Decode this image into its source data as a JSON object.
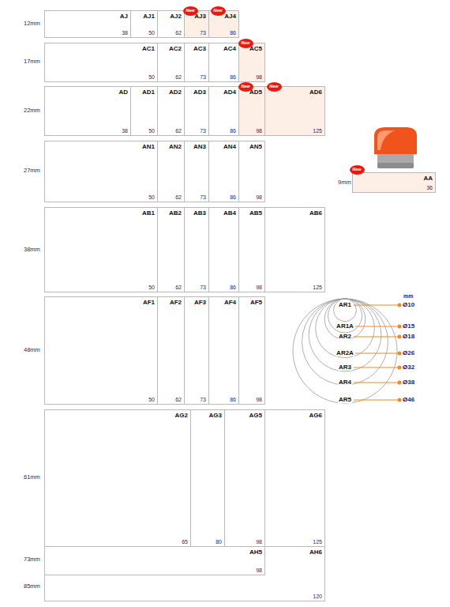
{
  "diagram": {
    "nodes": [
      {
        "text": [
          "AJ",
          "38"
        ]
      },
      {
        "text": [
          "AJ1",
          "50"
        ]
      },
      {
        "text": [
          "AJ2",
          "62"
        ]
      },
      {
        "text": [
          "New"
        ]
      },
      {
        "text": [
          "AJ3",
          "73"
        ]
      },
      {
        "text": [
          "New"
        ]
      },
      {
        "text": [
          "AJ4",
          "86"
        ]
      },
      {
        "text": [
          "AC1",
          "50"
        ]
      },
      {
        "text": [
          "AC2",
          "62"
        ]
      },
      {
        "text": [
          "AC3",
          "73"
        ]
      },
      {
        "text": [
          "AC4",
          "86"
        ]
      },
      {
        "text": [
          "New"
        ]
      },
      {
        "text": [
          "AC5",
          "98"
        ]
      },
      {
        "text": [
          "AD",
          "38"
        ]
      },
      {
        "text": [
          "AD1",
          "50"
        ]
      },
      {
        "text": [
          "AD2",
          "62"
        ]
      },
      {
        "text": [
          "AD3",
          "73"
        ]
      },
      {
        "text": [
          "AD4",
          "86"
        ]
      },
      {
        "text": [
          "New"
        ]
      },
      {
        "text": [
          "AD5",
          "98"
        ]
      },
      {
        "text": [
          "New"
        ]
      },
      {
        "text": [
          "AD6",
          "125"
        ]
      },
      {
        "text": [
          "AN1",
          "50"
        ]
      },
      {
        "text": [
          "AN2",
          "62"
        ]
      },
      {
        "text": [
          "AN3",
          "73"
        ]
      },
      {
        "text": [
          "AN4",
          "86"
        ]
      },
      {
        "text": [
          "AN5",
          "98"
        ]
      },
      {
        "text": [
          "AB1",
          "50"
        ]
      },
      {
        "text": [
          "AB2",
          "62"
        ]
      },
      {
        "text": [
          "AB3",
          "73"
        ]
      },
      {
        "text": [
          "AB4",
          "86"
        ]
      },
      {
        "text": [
          "AB5",
          "98"
        ]
      },
      {
        "text": [
          "AB6",
          "125"
        ]
      },
      {
        "text": [
          "AF1",
          "50"
        ]
      },
      {
        "text": [
          "AF2",
          "62"
        ]
      },
      {
        "text": [
          "AF3",
          "73"
        ]
      },
      {
        "text": [
          "AF4",
          "86"
        ]
      },
      {
        "text": [
          "AF5",
          "98"
        ]
      },
      {
        "text": [
          "AG2",
          "65"
        ]
      },
      {
        "text": [
          "AG3",
          "80"
        ]
      },
      {
        "text": [
          "AG5",
          "98"
        ]
      },
      {
        "text": [
          "AG6",
          "125"
        ]
      },
      {
        "text": [
          "AH6",
          "120"
        ]
      },
      {
        "text": [
          "AH5",
          "98"
        ],
        "in": 42
      },
      {
        "text": [
          "New"
        ]
      },
      {
        "text": [
          "AA",
          "36"
        ]
      }
    ],
    "labels": [
      "12mm",
      "17mm",
      "22mm",
      "27mm",
      "38mm",
      "48mm",
      "61mm",
      "73mm",
      "85mm",
      "9mm",
      "mm",
      "AR1",
      "Ø10",
      "AR1A",
      "Ø15",
      "AR2",
      "Ø18",
      "AR2A",
      "Ø26",
      "AR3",
      "Ø32",
      "AR4",
      "Ø38",
      "AR5",
      "Ø46"
    ]
  }
}
